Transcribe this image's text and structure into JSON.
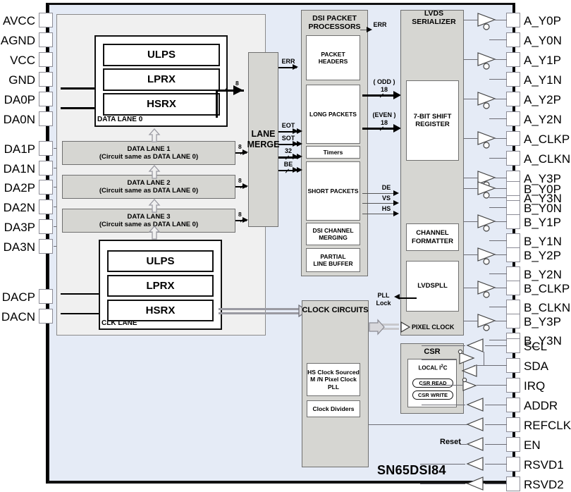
{
  "diagram": {
    "chip_name": "SN65DSI84",
    "colors": {
      "chip_fill": "#e5ebf6",
      "block_fill": "#d6d6d2",
      "phy_fill": "#f0f0f0",
      "white_fill": "#ffffff",
      "border_dark": "#111111",
      "border_gray": "#6f6f6f",
      "wire_gray": "#6c6c74"
    }
  },
  "left_pins": [
    {
      "name": "AVCC"
    },
    {
      "name": "AGND"
    },
    {
      "name": "VCC"
    },
    {
      "name": "GND"
    },
    {
      "name": "DA0P"
    },
    {
      "name": "DA0N"
    },
    {
      "name": "DA1P"
    },
    {
      "name": "DA1N"
    },
    {
      "name": "DA2P"
    },
    {
      "name": "DA2N"
    },
    {
      "name": "DA3P"
    },
    {
      "name": "DA3N"
    },
    {
      "name": "DACP"
    },
    {
      "name": "DACN"
    }
  ],
  "right_pins": [
    {
      "name": "A_Y0P"
    },
    {
      "name": "A_Y0N"
    },
    {
      "name": "A_Y1P"
    },
    {
      "name": "A_Y1N"
    },
    {
      "name": "A_Y2P"
    },
    {
      "name": "A_Y2N"
    },
    {
      "name": "A_CLKP"
    },
    {
      "name": "A_CLKN"
    },
    {
      "name": "A_Y3P"
    },
    {
      "name": "A_Y3N"
    },
    {
      "name": "B_Y0P"
    },
    {
      "name": "B_Y0N"
    },
    {
      "name": "B_Y1P"
    },
    {
      "name": "B_Y1N"
    },
    {
      "name": "B_Y2P"
    },
    {
      "name": "B_Y2N"
    },
    {
      "name": "B_CLKP"
    },
    {
      "name": "B_CLKN"
    },
    {
      "name": "B_Y3P"
    },
    {
      "name": "B_Y3N"
    },
    {
      "name": "SCL"
    },
    {
      "name": "SDA"
    },
    {
      "name": "IRQ"
    },
    {
      "name": "ADDR"
    },
    {
      "name": "REFCLK"
    },
    {
      "name": "EN"
    },
    {
      "name": "RSVD1"
    },
    {
      "name": "RSVD2"
    }
  ],
  "dsi_phy": {
    "data_lane_0": {
      "title": "DATA LANE 0",
      "sub_blocks": [
        "ULPS",
        "LPRX",
        "HSRX"
      ]
    },
    "clk_lane": {
      "title": "CLK LANE",
      "sub_blocks": [
        "ULPS",
        "LPRX",
        "HSRX"
      ]
    },
    "repeat_lanes": [
      {
        "title": "DATA LANE 1",
        "note": "(Circuit same as DATA LANE 0)",
        "bus": "8"
      },
      {
        "title": "DATA LANE 2",
        "note": "(Circuit same as DATA LANE 0)",
        "bus": "8"
      },
      {
        "title": "DATA LANE 3",
        "note": "(Circuit same as DATA LANE 0)",
        "bus": "8"
      }
    ],
    "lane0_bus": "8"
  },
  "lane_merge": {
    "title_line1": "LANE",
    "title_line2": "MERGE",
    "outputs": [
      {
        "label": "ERR"
      },
      {
        "label": "EOT"
      },
      {
        "label": "SOT"
      },
      {
        "label": "32"
      },
      {
        "label": "BE"
      }
    ]
  },
  "dsi_packet_processors": {
    "title_line1": "DSI PACKET",
    "title_line2": "PROCESSORS",
    "blocks": [
      {
        "label": "PACKET\nHEADERS"
      },
      {
        "label": "LONG PACKETS"
      },
      {
        "label": "Timers"
      },
      {
        "label": "SHORT PACKETS"
      },
      {
        "label": "DSI CHANNEL\nMERGING"
      },
      {
        "label": "PARTIAL\nLINE BUFFER"
      }
    ],
    "outputs": [
      {
        "label": "ERR"
      },
      {
        "label": "( ODD )",
        "width": "18"
      },
      {
        "label": "(EVEN )",
        "width": "18"
      },
      {
        "label": "DE"
      },
      {
        "label": "VS"
      },
      {
        "label": "HS"
      }
    ]
  },
  "lvds_serializer": {
    "title": "LVDS SERIALIZER",
    "blocks": [
      {
        "label": "7-BIT SHIFT\nREGISTER"
      },
      {
        "label": "CHANNEL\nFORMATTER"
      },
      {
        "label": "LVDSPLL"
      }
    ],
    "pixel_clock_label": "PIXEL CLOCK",
    "pll_lock_label_line1": "PLL",
    "pll_lock_label_line2": "Lock"
  },
  "clock_circuits": {
    "title": "CLOCK CIRCUITS",
    "blocks": [
      {
        "label": "HS Clock Sourced\nM /N Pixel Clock\nPLL"
      },
      {
        "label": "Clock Dividers"
      }
    ]
  },
  "csr": {
    "title": "CSR",
    "local_i2c": "LOCAL I",
    "local_i2c_sup": "2",
    "local_i2c_tail": "C",
    "buttons": [
      {
        "label": "CSR READ"
      },
      {
        "label": "CSR WRITE"
      }
    ]
  },
  "misc": {
    "reset_label": "Reset"
  }
}
